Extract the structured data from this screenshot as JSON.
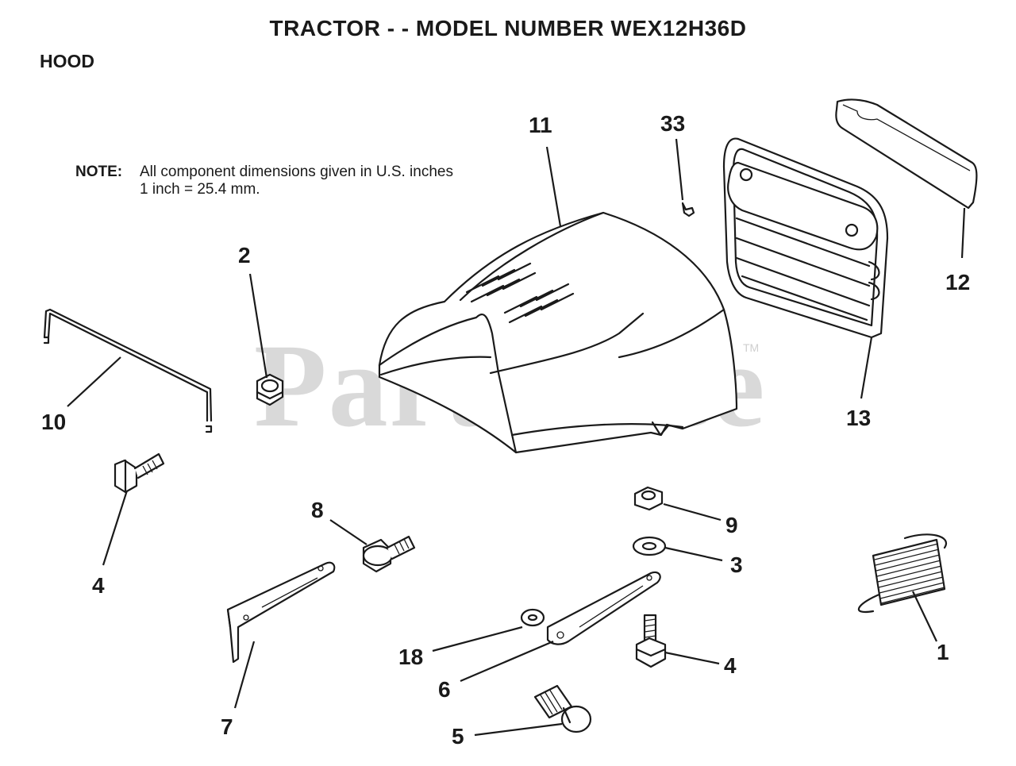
{
  "header": {
    "title": "TRACTOR - - MODEL NUMBER WEX12H36D",
    "section": "HOOD"
  },
  "note": {
    "label": "NOTE:",
    "line1": "All component dimensions given in U.S. inches",
    "line2": "1 inch = 25.4 mm."
  },
  "watermark": {
    "text": "PartsTree",
    "tm": "TM"
  },
  "callouts": {
    "c1": "1",
    "c2": "2",
    "c3": "3",
    "c4a": "4",
    "c4b": "4",
    "c5": "5",
    "c6": "6",
    "c7": "7",
    "c8": "8",
    "c9": "9",
    "c10": "10",
    "c11": "11",
    "c12": "12",
    "c13": "13",
    "c18": "18",
    "c33": "33"
  }
}
